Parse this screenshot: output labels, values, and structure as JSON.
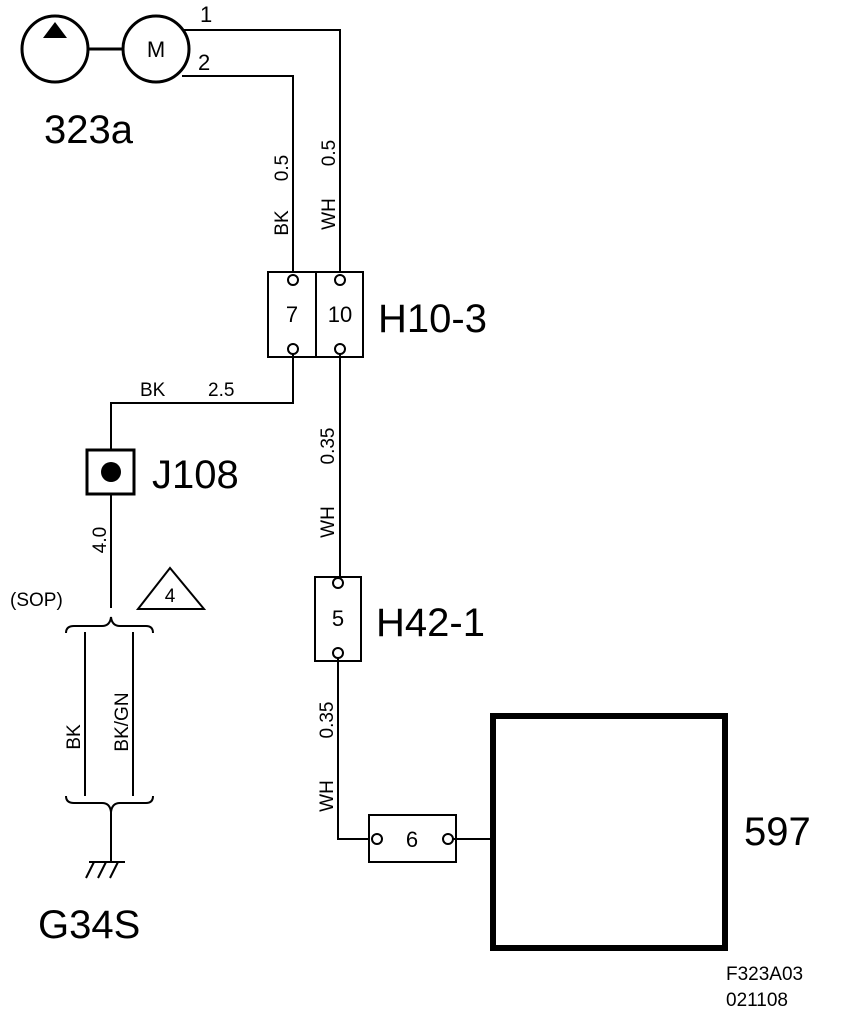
{
  "components": {
    "motor": {
      "id": "323a",
      "symbol": "M",
      "pin1": "1",
      "pin2": "2"
    },
    "connector_h10": {
      "id": "H10-3",
      "pin_a": "7",
      "pin_b": "10"
    },
    "connector_h42": {
      "id": "H42-1",
      "pin": "5"
    },
    "splice": {
      "id": "J108"
    },
    "ground": {
      "id": "G34S"
    },
    "module": {
      "id": "597",
      "pin": "6"
    }
  },
  "wires": {
    "w1_color": "WH",
    "w1_size": "0.5",
    "w2_color": "BK",
    "w2_size": "0.5",
    "w3_color": "BK",
    "w3_size": "2.5",
    "w4_size": "4.0",
    "w5_color": "WH",
    "w5_size": "0.35",
    "w6_color": "WH",
    "w6_size": "0.35",
    "ground_a": "BK",
    "ground_b": "BK/GN"
  },
  "notes": {
    "sop": "(SOP)",
    "note_number": "4"
  },
  "drawing_ref": {
    "code": "F323A03",
    "date": "021108"
  }
}
